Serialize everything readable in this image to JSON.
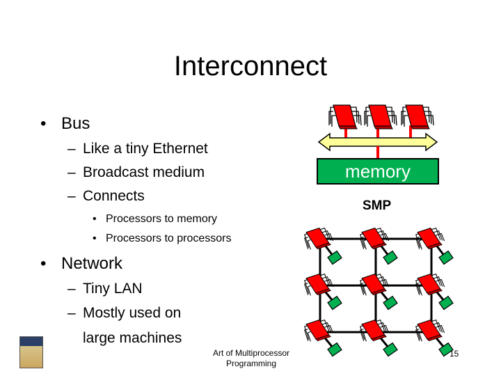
{
  "slide": {
    "title": "Interconnect",
    "bullets": {
      "bus": "Bus",
      "bus_sub": [
        "Like a tiny Ethernet",
        "Broadcast medium",
        "Connects"
      ],
      "connects_sub": [
        "Processors to memory",
        "Processors to processors"
      ],
      "network": "Network",
      "network_sub": [
        "Tiny LAN",
        "Mostly used on",
        "large machines"
      ]
    },
    "bullet_glyph": "•",
    "dash_glyph": "–",
    "footer": {
      "line1": "Art of Multiprocessor",
      "line2": "Programming",
      "page_number": "15"
    }
  },
  "diagram": {
    "smp": {
      "memory_label": "memory",
      "caption": "SMP",
      "processor_count": 3
    },
    "network": {
      "rows": 3,
      "cols": 3
    },
    "colors": {
      "processor": "#ff0000",
      "bus": "#ffff99",
      "memory": "#00b050",
      "link": "#000000",
      "switch": "#00b050"
    }
  }
}
